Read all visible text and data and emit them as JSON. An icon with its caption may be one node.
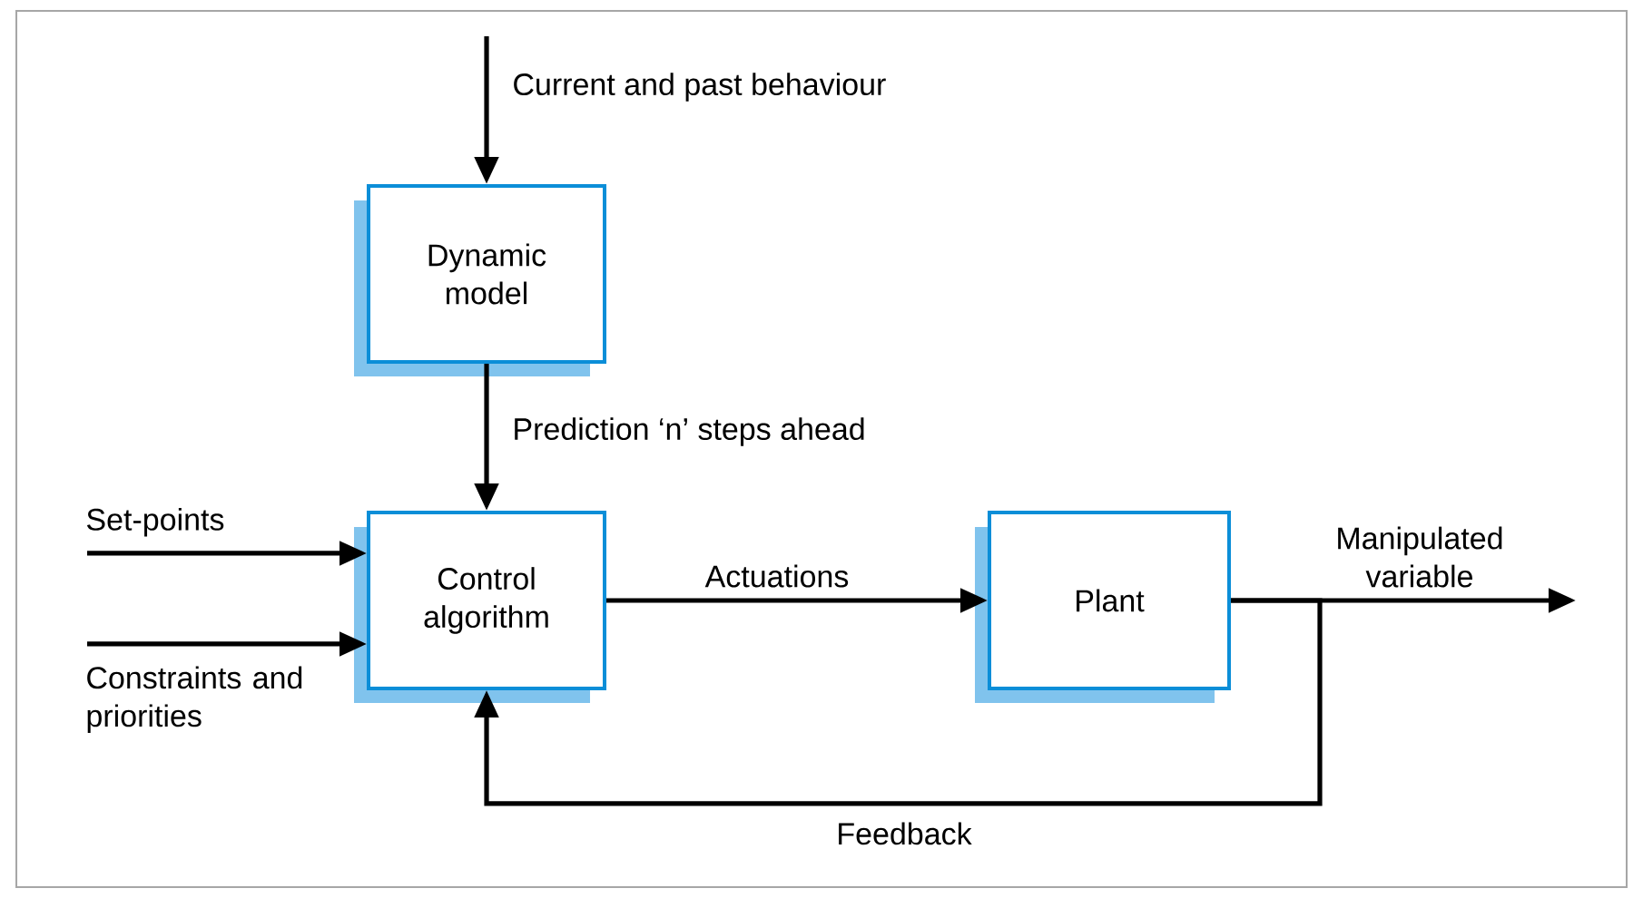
{
  "diagram": {
    "nodes": [
      {
        "text": [
          "Dynamic model"
        ]
      },
      {
        "text": [
          "Control algorithm"
        ]
      },
      {
        "text": [
          "Plant"
        ]
      }
    ],
    "edges": [
      {
        "from": null,
        "to": 0,
        "arrow": "to",
        "label": "Current and past behaviour"
      },
      {
        "from": 0,
        "to": 1,
        "arrow": "to",
        "label": "Prediction ‘n’ steps ahead"
      },
      {
        "from": null,
        "to": 1,
        "arrow": "to",
        "label": "Set-points"
      },
      {
        "from": null,
        "to": 1,
        "arrow": "to",
        "label": "Constraints and priorities"
      },
      {
        "from": 1,
        "to": 2,
        "arrow": "to",
        "label": "Actuations"
      },
      {
        "from": 2,
        "to": null,
        "arrow": "to",
        "label": "Manipulated variable"
      },
      {
        "from": 2,
        "to": 1,
        "arrow": "to",
        "label": "Feedback"
      }
    ]
  }
}
